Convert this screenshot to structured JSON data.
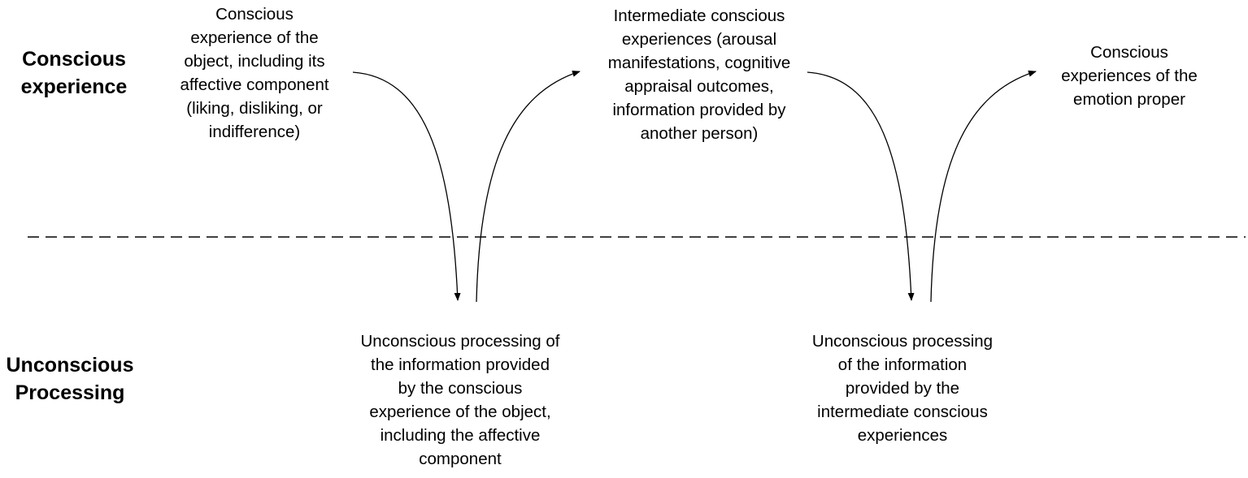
{
  "layers": {
    "conscious": [
      "Conscious",
      "experience"
    ],
    "unconscious": [
      "Unconscious",
      "Processing"
    ]
  },
  "nodes": {
    "conscious_object": [
      "Conscious",
      "experience of the",
      "object, including its",
      "affective component",
      "(liking, disliking, or",
      "indifference)"
    ],
    "intermediate": [
      "Intermediate conscious",
      "experiences (arousal",
      "manifestations, cognitive",
      "appraisal outcomes,",
      "information provided by",
      "another person)"
    ],
    "emotion_proper": [
      "Conscious",
      "experiences of the",
      "emotion proper"
    ],
    "unconscious_object": [
      "Unconscious processing of",
      "the information provided",
      "by the conscious",
      "experience of the object,",
      "including the affective",
      "component"
    ],
    "unconscious_intermediate": [
      "Unconscious processing",
      "of the information",
      "provided by the",
      "intermediate conscious",
      "experiences"
    ]
  },
  "colors": {
    "text": "#000000",
    "lines": "#000000",
    "background": "#ffffff"
  }
}
